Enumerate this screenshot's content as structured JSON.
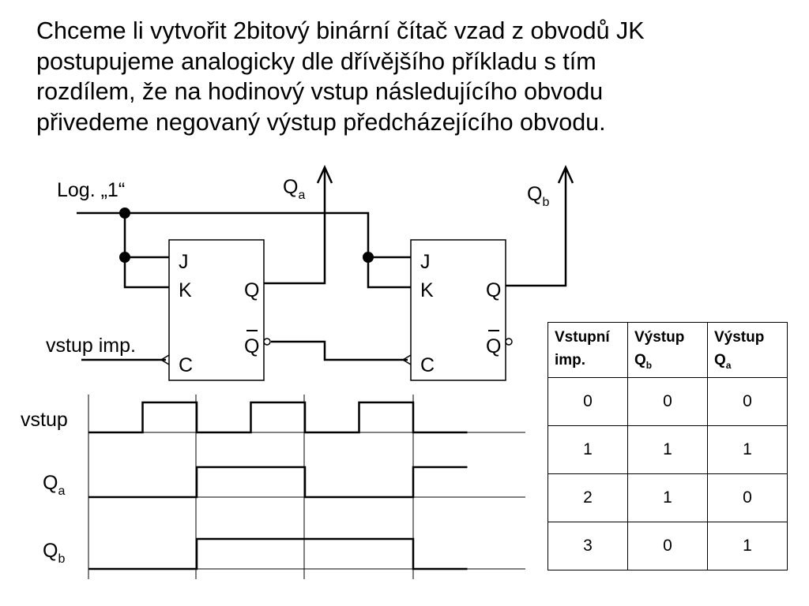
{
  "intro": {
    "lines": [
      "Chceme li vytvořit 2bitový binární čítač vzad z obvodů JK",
      "postupujeme analogicky dle dřívějšího příkladu s tím",
      "rozdílem, že na hodinový vstup následujícího obvodu",
      "přivedeme negovaný výstup předcházejícího obvodu."
    ]
  },
  "circuit": {
    "log1_label": "Log. „1“",
    "input_label": "vstup imp.",
    "out_a_main": "Q",
    "out_a_sub": "a",
    "out_b_main": "Q",
    "out_b_sub": "b",
    "flipflops": [
      {
        "pins": {
          "j": "J",
          "k": "K",
          "c": "C",
          "q": "Q",
          "qn": "Q"
        }
      },
      {
        "pins": {
          "j": "J",
          "k": "K",
          "c": "C",
          "q": "Q",
          "qn": "Q"
        }
      }
    ]
  },
  "timing": {
    "rows": [
      {
        "label_main": "vstup",
        "label_sub": "",
        "levels": [
          0,
          1,
          0,
          1,
          0,
          1,
          0
        ]
      },
      {
        "label_main": "Q",
        "label_sub": "a",
        "levels": [
          0,
          0,
          1,
          1,
          0,
          0,
          1
        ]
      },
      {
        "label_main": "Q",
        "label_sub": "b",
        "levels": [
          0,
          0,
          1,
          1,
          1,
          1,
          0
        ]
      }
    ]
  },
  "table": {
    "headers": [
      {
        "line1": "Vstupní",
        "line2": "imp.",
        "sub": ""
      },
      {
        "line1": "Výstup",
        "line2": "Q",
        "sub": "b"
      },
      {
        "line1": "Výstup",
        "line2": "Q",
        "sub": "a"
      }
    ],
    "rows": [
      [
        "0",
        "0",
        "0"
      ],
      [
        "1",
        "1",
        "1"
      ],
      [
        "2",
        "1",
        "0"
      ],
      [
        "3",
        "0",
        "1"
      ]
    ]
  }
}
